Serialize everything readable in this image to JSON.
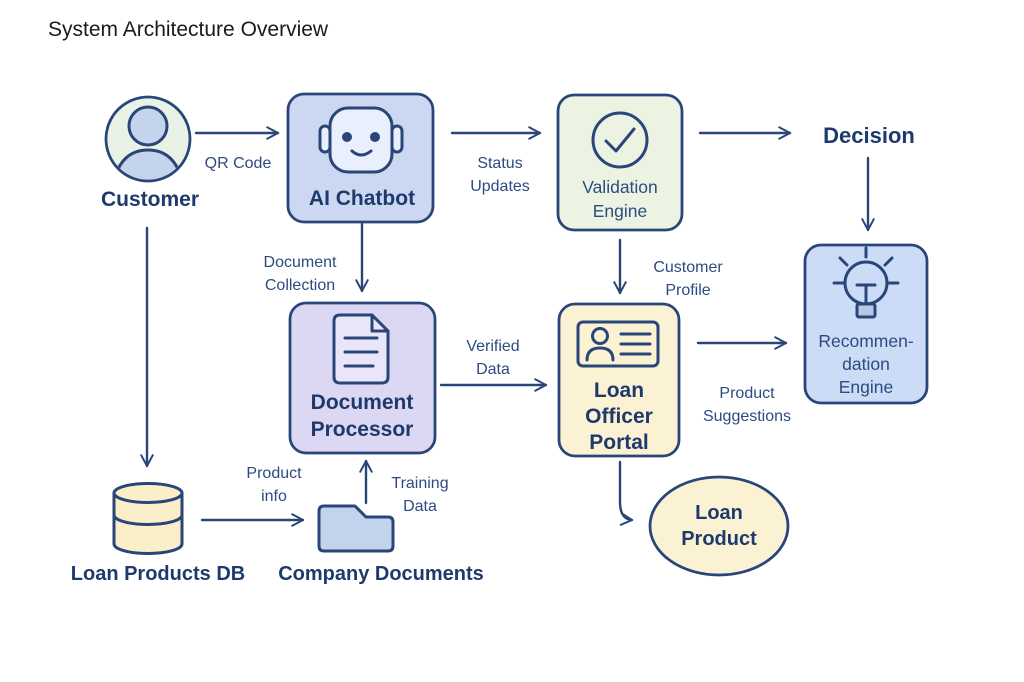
{
  "title": "System Architecture Overview",
  "colors": {
    "ink": "#2a4679",
    "title": "#1a1a1a",
    "label_bold": "#1e3a6d",
    "label_reg": "#2d4b80",
    "chatbot_fill": "#ccd8f1",
    "chatbot_face_fill": "#e9effc",
    "validation_fill": "#edf3e3",
    "recommendation_fill": "#ccdcf6",
    "document_fill": "#dcd7f3",
    "page_fill": "#eae6fa",
    "portal_fill": "#fbf2d3",
    "db_fill": "#faefc9",
    "folder_fill": "#c2d3ec",
    "customer_fill": "#e8f2e6",
    "person_fill": "#c4d4ed",
    "bulb_base_fill": "#b9c7e2"
  },
  "nodes": {
    "customer": {
      "label": "Customer",
      "icon": "person-avatar-icon"
    },
    "ai_chatbot": {
      "label": "AI Chatbot",
      "icon": "robot-icon"
    },
    "validation_engine": {
      "lines": [
        "Validation",
        "Engine"
      ],
      "icon": "check-circle-icon"
    },
    "decision": {
      "label": "Decision"
    },
    "recommendation_engine": {
      "lines": [
        "Recommen-",
        "dation",
        "Engine"
      ],
      "icon": "lightbulb-icon"
    },
    "document_processor": {
      "lines": [
        "Document",
        "Processor"
      ],
      "icon": "document-icon"
    },
    "loan_officer_portal": {
      "lines": [
        "Loan",
        "Officer",
        "Portal"
      ],
      "icon": "id-card-icon"
    },
    "loan_products_db": {
      "label": "Loan Products DB",
      "icon": "database-icon"
    },
    "company_documents": {
      "label": "Company Documents",
      "icon": "folder-icon"
    },
    "loan_product": {
      "lines": [
        "Loan",
        "Product"
      ]
    }
  },
  "edges": {
    "qr_code": {
      "label": "QR Code"
    },
    "status_updates": {
      "lines": [
        "Status",
        "Updates"
      ]
    },
    "document_collection": {
      "lines": [
        "Document",
        "Collection"
      ]
    },
    "customer_profile": {
      "lines": [
        "Customer",
        "Profile"
      ]
    },
    "verified_data": {
      "lines": [
        "Verified",
        "Data"
      ]
    },
    "product_suggestions": {
      "lines": [
        "Product",
        "Suggestions"
      ]
    },
    "product_info": {
      "lines": [
        "Product",
        "info"
      ]
    },
    "training_data": {
      "lines": [
        "Training",
        "Data"
      ]
    }
  }
}
